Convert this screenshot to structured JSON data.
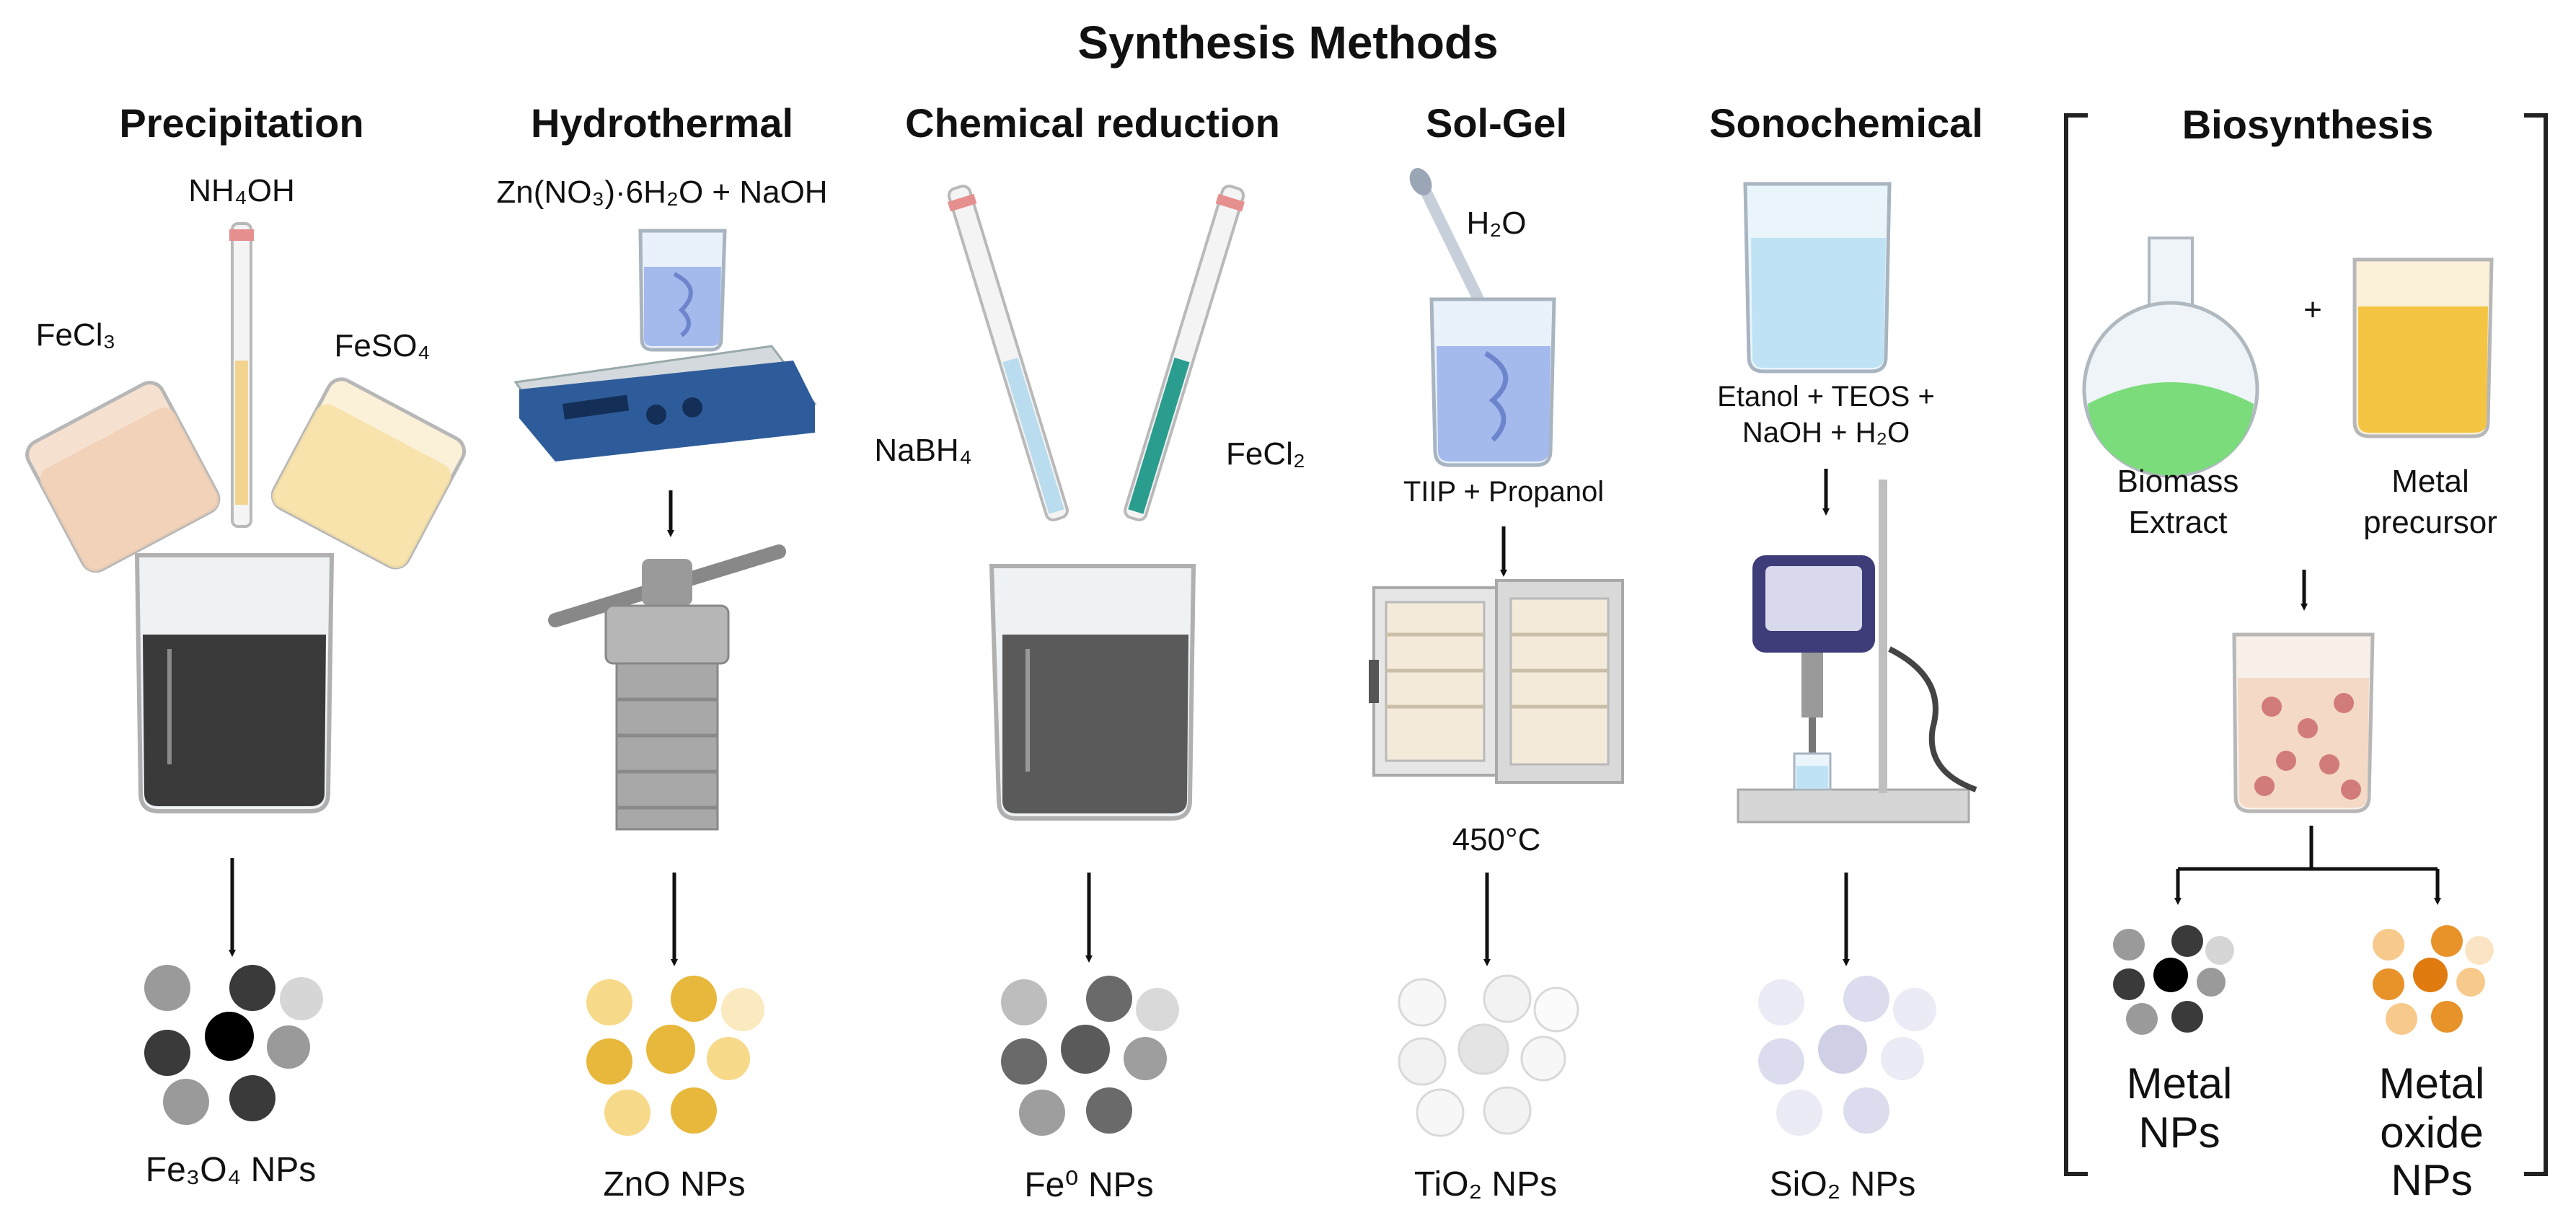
{
  "title": "Synthesis Methods",
  "methods": {
    "precipitation": {
      "heading": "Precipitation",
      "reagent_top": "NH₄OH",
      "reagent_left": "FeCl₃",
      "reagent_right": "FeSO₄",
      "product": "Fe₃O₄ NPs"
    },
    "hydrothermal": {
      "heading": "Hydrothermal",
      "reagent_top": "Zn(NO₃)·6H₂O + NaOH",
      "product": "ZnO NPs"
    },
    "chemical_reduction": {
      "heading": "Chemical reduction",
      "reagent_left": "NaBH₄",
      "reagent_right": "FeCl₂",
      "product": "Fe⁰ NPs"
    },
    "sol_gel": {
      "heading": "Sol-Gel",
      "reagent_top": "H₂O",
      "reagent_mid": "TIIP + Propanol",
      "temperature": "450°C",
      "product": "TiO₂ NPs"
    },
    "sonochemical": {
      "heading": "Sonochemical",
      "reagent_line1": "Etanol + TEOS +",
      "reagent_line2": "NaOH + H₂O",
      "product": "SiO₂ NPs"
    },
    "biosynthesis": {
      "heading": "Biosynthesis",
      "plus": "+",
      "left_label_1": "Biomass",
      "left_label_2": "Extract",
      "right_label_1": "Metal",
      "right_label_2": "precursor",
      "product_left_1": "Metal",
      "product_left_2": "NPs",
      "product_right_1": "Metal",
      "product_right_2": "oxide NPs"
    }
  },
  "colors": {
    "fe3o4": [
      "#9a9a9a",
      "#3a3a3a",
      "#d6d6d6",
      "#000000"
    ],
    "zno": [
      "#f7d98a",
      "#e8b83c",
      "#fbe9bf"
    ],
    "fe0": [
      "#9e9e9e",
      "#6a6a6a",
      "#d9d9d9"
    ],
    "tio2": [
      "#f2f2f2",
      "#e4e4e4"
    ],
    "sio2": [
      "#dcdcef",
      "#cfcfe6",
      "#ebebf6"
    ]
  }
}
